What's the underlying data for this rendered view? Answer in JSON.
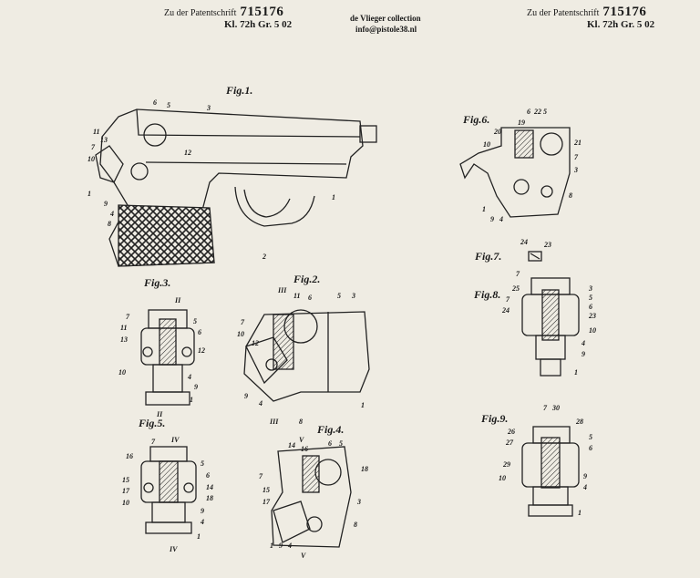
{
  "header_left": {
    "text": "Zu der Patentschrift",
    "number": "715176",
    "class_line": "Kl. 72h  Gr. 5 02"
  },
  "header_right": {
    "text": "Zu der Patentschrift",
    "number": "715176",
    "class_line": "Kl. 72h  Gr. 5 02"
  },
  "collection": {
    "line1": "de Vlieger collection",
    "line2": "info@pistole38.nl"
  },
  "figures": [
    {
      "id": "fig1",
      "label": "Fig.1.",
      "callouts": [
        "6",
        "5",
        "3",
        "11",
        "13",
        "7",
        "10",
        "12",
        "1",
        "9",
        "4",
        "8",
        "1",
        "2"
      ]
    },
    {
      "id": "fig2",
      "label": "Fig.2.",
      "callouts": [
        "III",
        "11",
        "6",
        "5",
        "3",
        "7",
        "10",
        "12",
        "9",
        "4",
        "8",
        "1",
        "III"
      ]
    },
    {
      "id": "fig3",
      "label": "Fig.3.",
      "callouts": [
        "II",
        "7",
        "11",
        "13",
        "5",
        "6",
        "12",
        "10",
        "4",
        "9",
        "1",
        "II"
      ]
    },
    {
      "id": "fig4",
      "label": "Fig.4.",
      "callouts": [
        "V",
        "14",
        "16",
        "6",
        "5",
        "7",
        "18",
        "15",
        "17",
        "3",
        "8",
        "1",
        "9",
        "4",
        "V"
      ]
    },
    {
      "id": "fig5",
      "label": "Fig.5.",
      "callouts": [
        "IV",
        "16",
        "7",
        "5",
        "15",
        "6",
        "17",
        "14",
        "18",
        "10",
        "9",
        "4",
        "1",
        "IV"
      ]
    },
    {
      "id": "fig6",
      "label": "Fig.6.",
      "callouts": [
        "19",
        "6",
        "22",
        "5",
        "10",
        "20",
        "21",
        "7",
        "3",
        "1",
        "9",
        "4",
        "8"
      ]
    },
    {
      "id": "fig7",
      "label": "Fig.7.",
      "callouts": [
        "24",
        "23",
        "7"
      ]
    },
    {
      "id": "fig8",
      "label": "Fig.8.",
      "callouts": [
        "25",
        "3",
        "7",
        "5",
        "24",
        "6",
        "23",
        "10",
        "4",
        "9",
        "1"
      ]
    },
    {
      "id": "fig9",
      "label": "Fig.9.",
      "callouts": [
        "7",
        "30",
        "28",
        "26",
        "5",
        "27",
        "6",
        "29",
        "9",
        "10",
        "4",
        "1"
      ]
    }
  ]
}
